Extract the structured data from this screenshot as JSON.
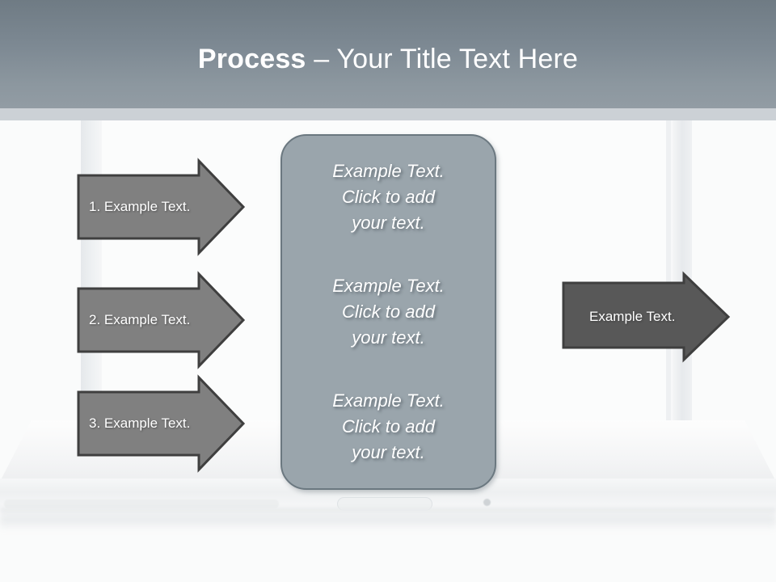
{
  "slide": {
    "title_strong": "Process",
    "title_rest": " – Your Title Text Here"
  },
  "colors": {
    "banner_top": "#6f7b84",
    "banner_bottom": "#929ca4",
    "banner_underbar": "#ccd1d6",
    "arrow_left_fill": "#808080",
    "arrow_left_stroke": "#3f3f3f",
    "arrow_right_fill": "#585858",
    "arrow_right_stroke": "#3f3f3f",
    "panel_fill": "#9aa5ac",
    "panel_stroke": "#6b7880",
    "text_white": "#ffffff",
    "background": "#fafbfb"
  },
  "input_arrows": [
    {
      "label": "1. Example Text."
    },
    {
      "label": "2. Example Text."
    },
    {
      "label": "3. Example Text."
    }
  ],
  "center_panel": {
    "blocks": [
      {
        "line1": "Example Text.",
        "line2": "Click  to add",
        "line3": "your text."
      },
      {
        "line1": "Example Text.",
        "line2": "Click  to add",
        "line3": "your text."
      },
      {
        "line1": "Example Text.",
        "line2": "Click  to add",
        "line3": "your text."
      }
    ]
  },
  "output_arrow": {
    "label": "Example Text."
  }
}
